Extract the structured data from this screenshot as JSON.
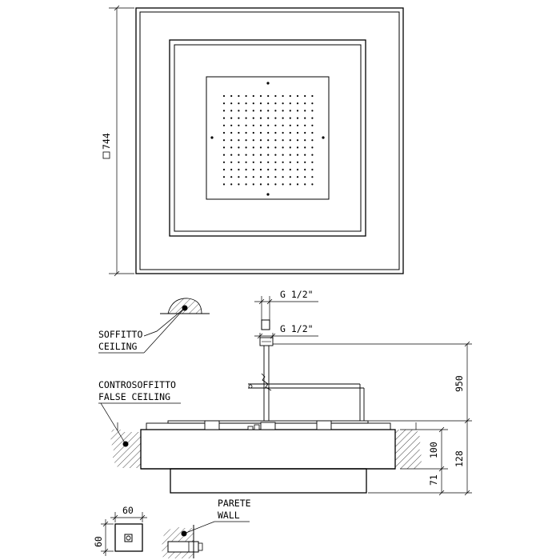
{
  "top_view": {
    "size_label": "744",
    "grid_rows": 13,
    "grid_cols": 13
  },
  "labels": {
    "soffitto": "SOFFITTO",
    "ceiling": "CEILING",
    "controsoffitto": "CONTROSOFFITTO",
    "false_ceiling": "FALSE CEILING",
    "parete": "PARETE",
    "wall": "WALL",
    "thread_top": "G 1/2\"",
    "thread_bottom": "G 1/2\""
  },
  "dimensions": {
    "d950": "950",
    "d128": "128",
    "d100": "100",
    "d71": "71",
    "box_w": "60",
    "box_h": "60"
  }
}
